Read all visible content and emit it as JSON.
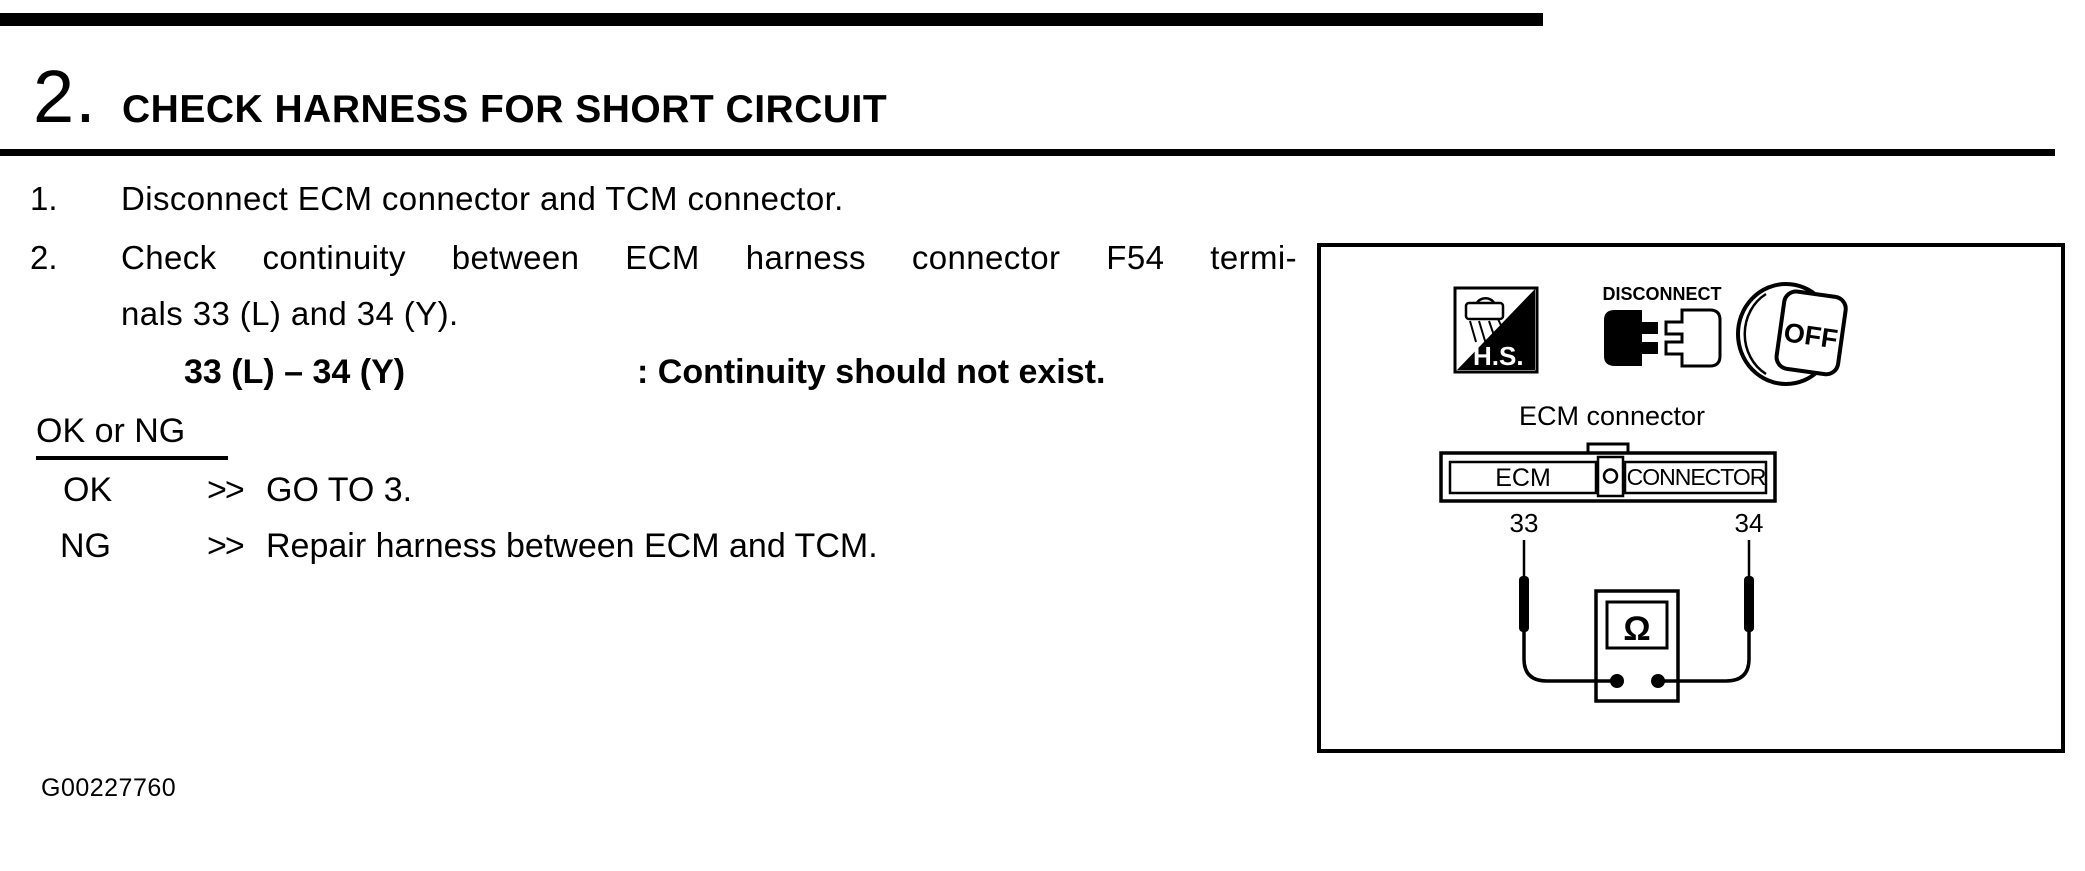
{
  "colors": {
    "ink": "#000000",
    "paper": "#ffffff"
  },
  "header": {
    "number": "2.",
    "title": "CHECK HARNESS FOR SHORT CIRCUIT"
  },
  "steps": {
    "s1_num": "1.",
    "s1_text": "Disconnect ECM connector and TCM connector.",
    "s2_num": "2.",
    "s2_line1": "Check continuity between ECM harness connector F54 termi-",
    "s2_line2": "nals 33 (L) and 34 (Y)."
  },
  "spec": {
    "terminals": "33 (L) – 34 (Y)",
    "condition": ": Continuity should not exist."
  },
  "result": {
    "label": "OK or NG",
    "items": [
      {
        "key": "OK",
        "arrow": ">>",
        "action": "GO TO 3."
      },
      {
        "key": "NG",
        "arrow": ">>",
        "action": "Repair harness between ECM and TCM."
      }
    ]
  },
  "figure": {
    "hs_label": "H.S.",
    "disconnect_label": "DISCONNECT",
    "off_label": "OFF",
    "caption": "ECM connector",
    "connector_left": "ECM",
    "connector_right": "CONNECTOR",
    "terminal_left": "33",
    "terminal_right": "34",
    "meter_symbol": "Ω"
  },
  "footer": {
    "figure_code": "G00227760"
  }
}
